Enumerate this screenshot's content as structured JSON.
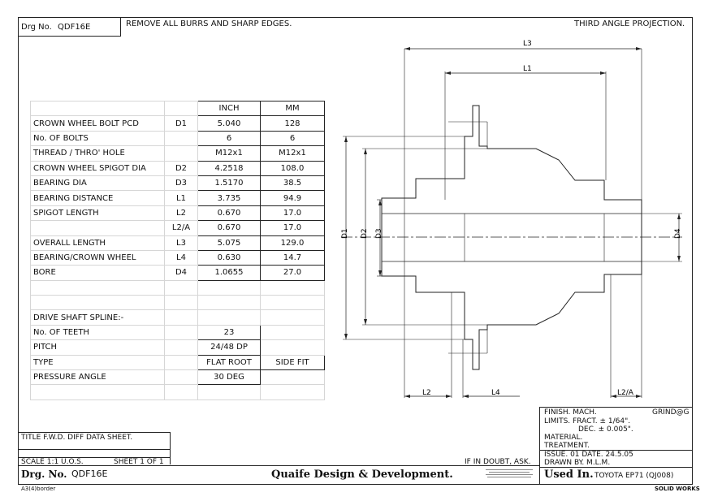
{
  "header": {
    "drg_label": "Drg No.",
    "drg_no": "QDF16E",
    "note": "REMOVE ALL BURRS AND SHARP EDGES.",
    "projection": "THIRD ANGLE PROJECTION."
  },
  "table": {
    "col_inch": "INCH",
    "col_mm": "MM",
    "rows": [
      {
        "label": "CROWN WHEEL BOLT PCD",
        "sym": "D1",
        "inch": "5.040",
        "mm": "128"
      },
      {
        "label": "No. OF BOLTS",
        "sym": "",
        "inch": "6",
        "mm": "6"
      },
      {
        "label": "THREAD / THRO' HOLE",
        "sym": "",
        "inch": "M12x1",
        "mm": "M12x1"
      },
      {
        "label": "CROWN WHEEL SPIGOT DIA",
        "sym": "D2",
        "inch": "4.2518",
        "mm": "108.0"
      },
      {
        "label": "BEARING DIA",
        "sym": "D3",
        "inch": "1.5170",
        "mm": "38.5"
      },
      {
        "label": "BEARING DISTANCE",
        "sym": "L1",
        "inch": "3.735",
        "mm": "94.9"
      },
      {
        "label": "SPIGOT LENGTH",
        "sym": "L2",
        "inch": "0.670",
        "mm": "17.0"
      },
      {
        "label": "",
        "sym": "L2/A",
        "inch": "0.670",
        "mm": "17.0"
      },
      {
        "label": "OVERALL LENGTH",
        "sym": "L3",
        "inch": "5.075",
        "mm": "129.0"
      },
      {
        "label": "BEARING/CROWN WHEEL",
        "sym": "L4",
        "inch": "0.630",
        "mm": "14.7"
      },
      {
        "label": "BORE",
        "sym": "D4",
        "inch": "1.0655",
        "mm": "27.0"
      }
    ],
    "spline_title": "DRIVE SHAFT SPLINE:-",
    "spline_rows": [
      {
        "label": "No. OF TEETH",
        "inch": "23",
        "mm": ""
      },
      {
        "label": "PITCH",
        "inch": "24/48 DP",
        "mm": ""
      },
      {
        "label": "TYPE",
        "inch": "FLAT ROOT",
        "mm": "SIDE FIT"
      },
      {
        "label": "PRESSURE ANGLE",
        "inch": "30 DEG",
        "mm": ""
      }
    ]
  },
  "drawing": {
    "labels": [
      "L3",
      "L1",
      "D1",
      "D2",
      "D3",
      "D4",
      "L2",
      "L4",
      "L2/A"
    ]
  },
  "title_block": {
    "title": "TITLE  F.W.D. DIFF DATA SHEET.",
    "scale": "SCALE 1:1 U.O.S.",
    "sheet": "SHEET 1 OF 1",
    "drg_label": "Drg. No.",
    "drg_no": "QDF16E",
    "company": "Quaife Design & Development.",
    "doubt": "IF IN DOUBT, ASK.",
    "finish": "FINISH. MACH.",
    "grind": "GRIND@G",
    "limits": "LIMITS. FRACT. ± 1/64\".",
    "dec": "DEC. ± 0.005\".",
    "material": "MATERIAL.",
    "treatment": "TREATMENT.",
    "issue": "ISSUE. 01  DATE. 24.5.05",
    "drawn": "DRAWN BY. M.L.M.",
    "used_label": "Used In.",
    "used_value": "TOYOTA EP71  (QJ008)",
    "footer_left": "A3(4)border",
    "footer_right": "SOLID WORKS"
  }
}
